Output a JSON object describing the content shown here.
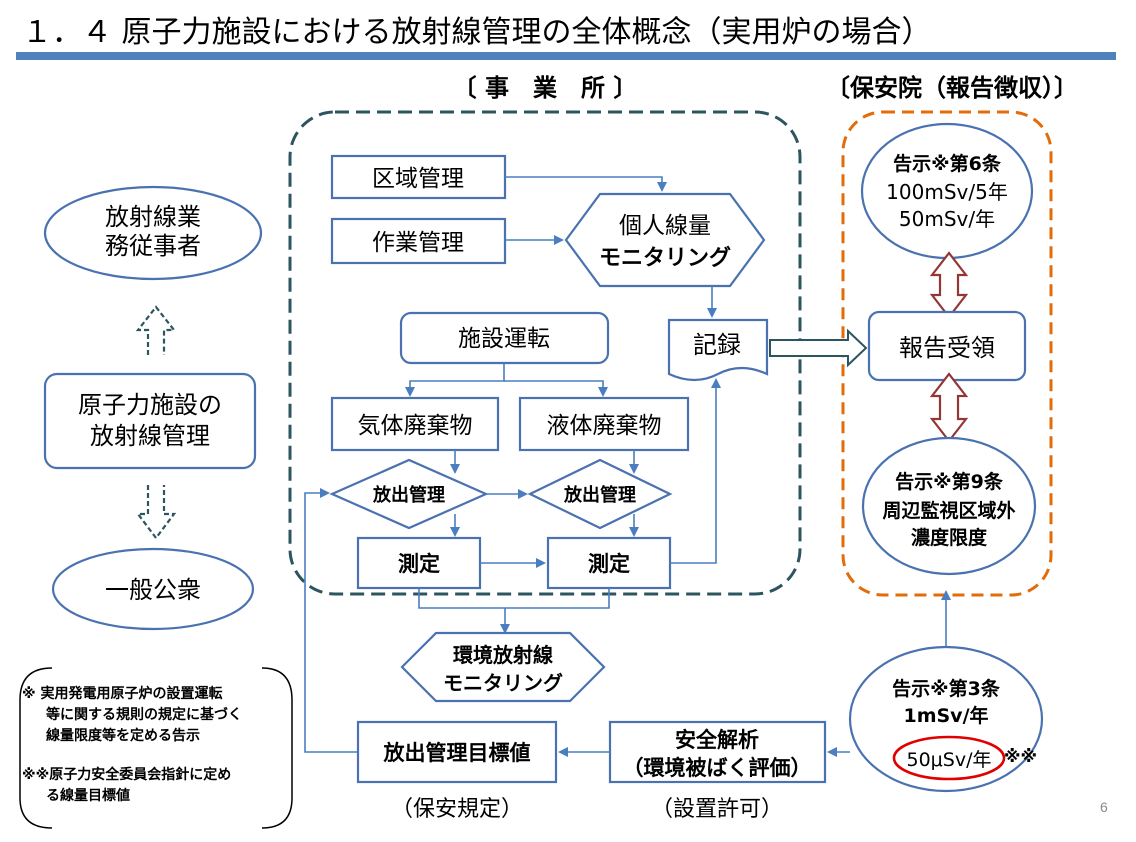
{
  "title": "１．４ 原子力施設における放射線管理の全体概念（実用炉の場合）",
  "page_number": "6",
  "colors": {
    "title_bar": "#4f81bd",
    "box_stroke": "#4a72b0",
    "arrow": "#4a7ec0",
    "office_border": "#2d5560",
    "agency_border": "#e36c0a",
    "double_arrow": "#943634",
    "highlight_ellipse": "#e00000"
  },
  "left": {
    "workers": [
      "放射線業",
      "務従事者"
    ],
    "facility": [
      "原子力施設の",
      "放射線管理"
    ],
    "public": "一般公衆"
  },
  "office": {
    "label": "〔 事　業　所 〕",
    "area_control": "区域管理",
    "work_control": "作業管理",
    "personal_monitoring": [
      "個人線量",
      "モニタリング"
    ],
    "record": "記録",
    "facility_operation": "施設運転",
    "gas_waste": "気体廃棄物",
    "liquid_waste": "液体廃棄物",
    "release_control": "放出管理",
    "measurement": "測定"
  },
  "agency": {
    "label": "〔保安院（報告徴収）〕",
    "notice6": {
      "title": "告示※第6条",
      "lines": [
        "100mSv/5年",
        "50mSv/年"
      ]
    },
    "report": "報告受領",
    "notice9": {
      "title": "告示※第9条",
      "lines": [
        "周辺監視区域外",
        "濃度限度"
      ]
    }
  },
  "environment_monitoring": [
    "環境放射線",
    "モニタリング"
  ],
  "notice3": {
    "title": "告示※第3条",
    "line": "1mSv/年",
    "target": "50μSv/年",
    "mark": "※※"
  },
  "safety_analysis": {
    "lines": [
      "安全解析",
      "（環境被ばく評価）"
    ],
    "caption": "（設置許可）"
  },
  "release_target": {
    "label": "放出管理目標値",
    "caption": "（保安規定）"
  },
  "footnote": {
    "note1": [
      "※  実用発電用原子炉の設置運転",
      "等に関する規則の規定に基づく",
      "線量限度等を定める告示"
    ],
    "note2": [
      "※※原子力安全委員会指針に定め",
      "る線量目標値"
    ]
  }
}
